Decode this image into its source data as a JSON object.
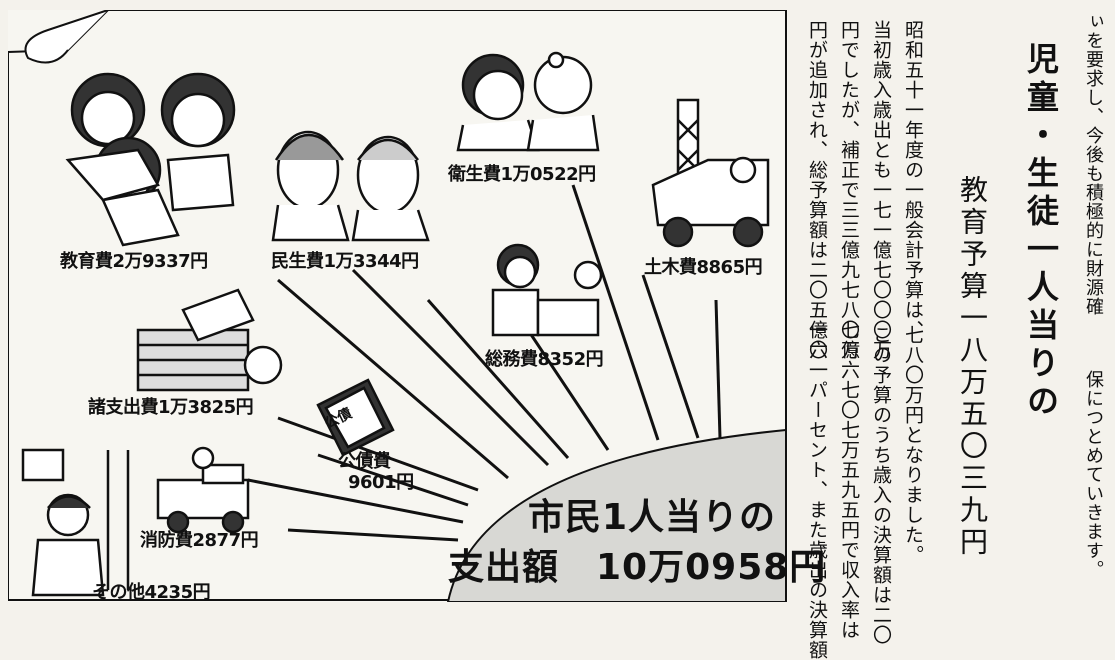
{
  "chart": {
    "labels": {
      "education": "教育費2万9337円",
      "welfare": "民生費1万3344円",
      "health": "衛生費1万0522円",
      "civil": "土木費8865円",
      "general": "総務費8352円",
      "misc": "諸支出費1万3825円",
      "bond": "公債費",
      "bond_value": "9601円",
      "fire": "消防費2877円",
      "other": "その他4235円"
    },
    "total_line1": "市民1人当りの",
    "total_line2": "支出額　10万0958円",
    "book_text": "公債"
  },
  "article": {
    "top_fragment": "ぃを要求し、今後も積極的に財源確",
    "top_fragment_2": "保につとめていきます。",
    "headline": "児童・生徒一人当りの",
    "subhead": "教育予算一八万五〇三九円",
    "body": [
      "昭和五十一年度の一般会計予算は、",
      "当初歳入歳出とも一七一億七〇〇〇万",
      "円でしたが、補正で三三億九七八〇万",
      "円が追加され、総予算額は二〇五億六",
      "七八〇万円となりました。",
      "この予算のうち歳入の決算額は二〇",
      "七億六七〇七万五九五円で収入率は",
      "一〇一パーセント、また歳出の決算額"
    ]
  }
}
